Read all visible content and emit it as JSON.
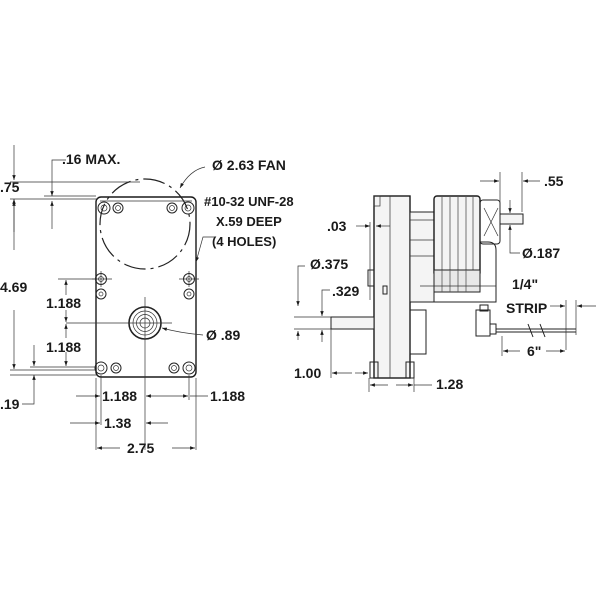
{
  "drawing": {
    "title": "Gearmotor dimensional drawing",
    "units": "inches",
    "line_color": "#1a1a1a",
    "background": "#ffffff"
  },
  "front_view": {
    "labels": {
      "fan_clearance": ".16 MAX.",
      "fan_diameter": "Ø 2.63 FAN",
      "top_offset": ".75",
      "overall_height": "4.69",
      "hole_spacing_upper": "1.188",
      "hole_spacing_lower": "1.188",
      "bottom_offset": ".19",
      "shaft_hub_diameter": "Ø .89",
      "hole_spec_line1": "#10-32 UNF-28",
      "hole_spec_line2": "X.59 DEEP",
      "hole_spec_line3": "(4 HOLES)",
      "horiz_left": "1.188",
      "horiz_right": "1.188",
      "center_offset": "1.38",
      "overall_width": "2.75"
    }
  },
  "side_view": {
    "labels": {
      "rear_shaft_length": ".55",
      "flange_gap": ".03",
      "rear_shaft_diameter": "Ø.187",
      "output_shaft_diameter": "Ø.375",
      "shaft_flat": ".329",
      "shaft_length": "1.00",
      "gearbox_depth": "1.28",
      "wire_strip_line1": "1/4\"",
      "wire_strip_line2": "STRIP",
      "lead_length": "6\""
    }
  }
}
